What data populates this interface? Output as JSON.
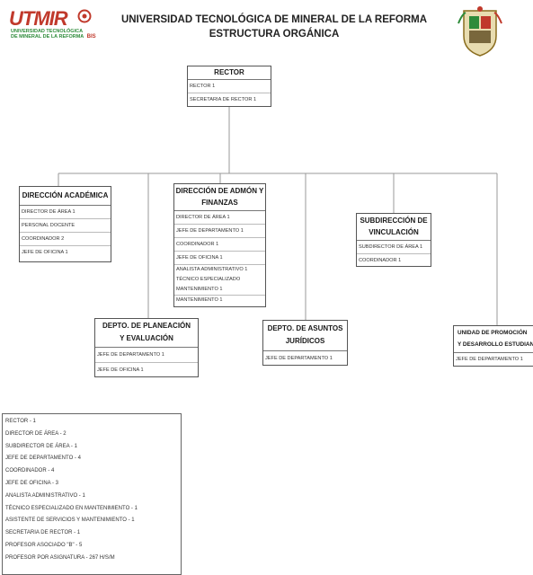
{
  "header": {
    "title_line1": "UNIVERSIDAD TECNOLÓGICA DE MINERAL DE LA REFORMA",
    "title_line2": "ESTRUCTURA ORGÁNICA",
    "logo_text_main": "UTMIR",
    "logo_sub_line1": "UNIVERSIDAD TECNOLÓGICA",
    "logo_sub_line2": "DE MINERAL DE LA REFORMA",
    "logo_bis": "BIS"
  },
  "org": {
    "rector": {
      "title": "RECTOR",
      "rows": [
        "RECTOR 1",
        "SECRETARIA DE RECTOR 1"
      ]
    },
    "academica": {
      "title": "DIRECCIÓN ACADÉMICA",
      "rows": [
        "DIRECTOR DE ÁREA 1",
        "PERSONAL DOCENTE",
        "COORDINADOR 2",
        "JEFE DE OFICINA 1"
      ]
    },
    "admon": {
      "title_line1": "DIRECCIÓN DE ADMÓN Y",
      "title_line2": "FINANZAS",
      "rows": [
        "DIRECTOR DE ÁREA 1",
        "JEFE DE DEPARTAMENTO 1",
        "COORDINADOR 1",
        "JEFE DE OFICINA 1",
        "ANALISTA ADMINISTRATIVO 1",
        "TÉCNICO ESPECIALIZADO",
        "MANTENIMIENTO 1",
        "MANTENIMIENTO 1"
      ]
    },
    "vinculacion": {
      "title_line1": "SUBDIRECCIÓN DE",
      "title_line2": "VINCULACIÓN",
      "rows": [
        "SUBDIRECTOR DE ÁREA 1",
        "COORDINADOR 1"
      ]
    },
    "planeacion": {
      "title_line1": "DEPTO. DE PLANEACIÓN",
      "title_line2": "Y EVALUACIÓN",
      "rows": [
        "JEFE DE DEPARTAMENTO 1",
        "JEFE DE OFICINA 1"
      ]
    },
    "juridicos": {
      "title_line1": "DEPTO. DE ASUNTOS",
      "title_line2": "JURÍDICOS",
      "rows": [
        "JEFE DE DEPARTAMENTO 1"
      ]
    },
    "promocion": {
      "title_line1": "UNIDAD DE PROMOCIÓN",
      "title_line2": "Y DESARROLLO ESTUDIANTIL",
      "rows": [
        "JEFE DE DEPARTAMENTO 1"
      ]
    }
  },
  "summary": [
    "RECTOR - 1",
    "DIRECTOR DE ÁREA - 2",
    "SUBDIRECTOR DE ÁREA - 1",
    "JEFE DE DEPARTAMENTO - 4",
    "COORDINADOR - 4",
    "JEFE DE OFICINA - 3",
    "ANALISTA ADMINISTRATIVO - 1",
    "TÉCNICO ESPECIALIZADO EN MANTENIMIENTO - 1",
    "ASISTENTE DE SERVICIOS Y MANTENIMIENTO - 1",
    "SECRETARIA DE RECTOR - 1",
    "PROFESOR ASOCIADO \"B\" - 5",
    "PROFESOR POR ASIGNATURA - 267 H/S/M"
  ],
  "colors": {
    "accent_red": "#c0392b",
    "accent_green": "#2e8b3a",
    "line": "#999999"
  }
}
